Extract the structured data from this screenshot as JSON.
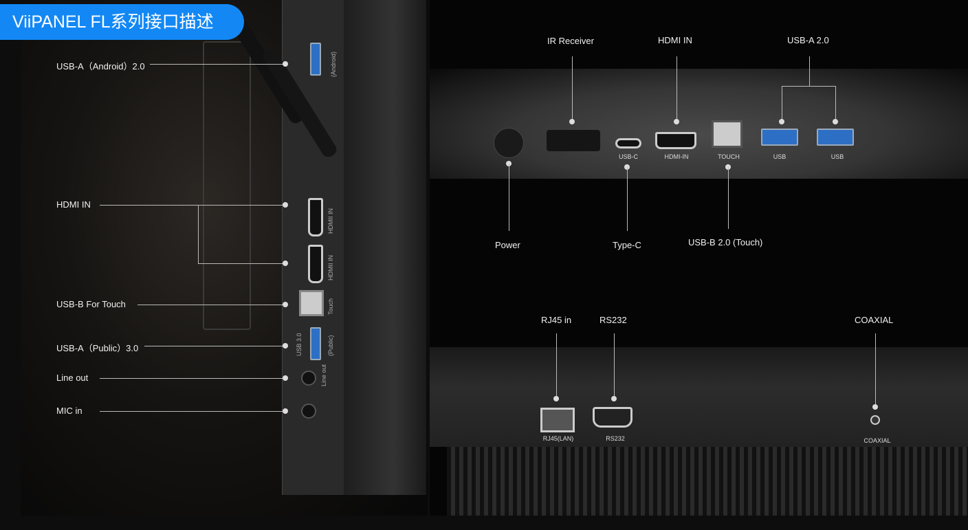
{
  "title": "ViiPANEL FL系列接口描述",
  "left_labels": [
    "USB-A（Android）2.0",
    "HDMI IN",
    "USB-B For Touch",
    "USB-A（Public）3.0",
    "Line out",
    "MIC in"
  ],
  "left_side_text": [
    "(Android)",
    "HDMII IN",
    "HDMII IN",
    "Touch",
    "USB 3.0",
    "(Public)",
    "Line out"
  ],
  "top_labels": {
    "ir": "IR Receiver",
    "hdmi": "HDMI IN",
    "usba": "USB-A 2.0",
    "power": "Power",
    "typec": "Type-C",
    "usbb": "USB-B 2.0 (Touch)"
  },
  "top_port_text": [
    "USB-C",
    "HDMI-IN",
    "TOUCH",
    "USB",
    "USB"
  ],
  "bottom_labels": {
    "rj45": "RJ45 in",
    "rs232": "RS232",
    "coax": "COAXIAL"
  },
  "bottom_port_text": [
    "RJ45(LAN)",
    "RS232",
    "COAXIAL"
  ]
}
